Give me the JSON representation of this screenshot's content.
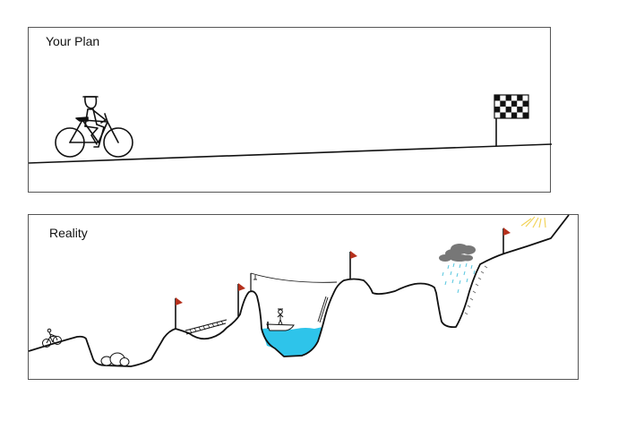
{
  "panels": {
    "plan": {
      "title": "Your Plan",
      "elements": [
        "cyclist",
        "straight-road",
        "checkered-finish-flag"
      ]
    },
    "reality": {
      "title": "Reality",
      "elements": [
        "small-cyclist",
        "boulders",
        "red-flags",
        "rope-bridge",
        "lake-with-boat",
        "zipline",
        "storm-cloud-with-rain",
        "sun-rays"
      ]
    }
  },
  "colors": {
    "stroke": "#111111",
    "frame": "#555555",
    "flag_red": "#b5301c",
    "water": "#2ec4ea",
    "cloud": "#777777",
    "rain": "#5bc8e0",
    "sun": "#f2d35a"
  }
}
